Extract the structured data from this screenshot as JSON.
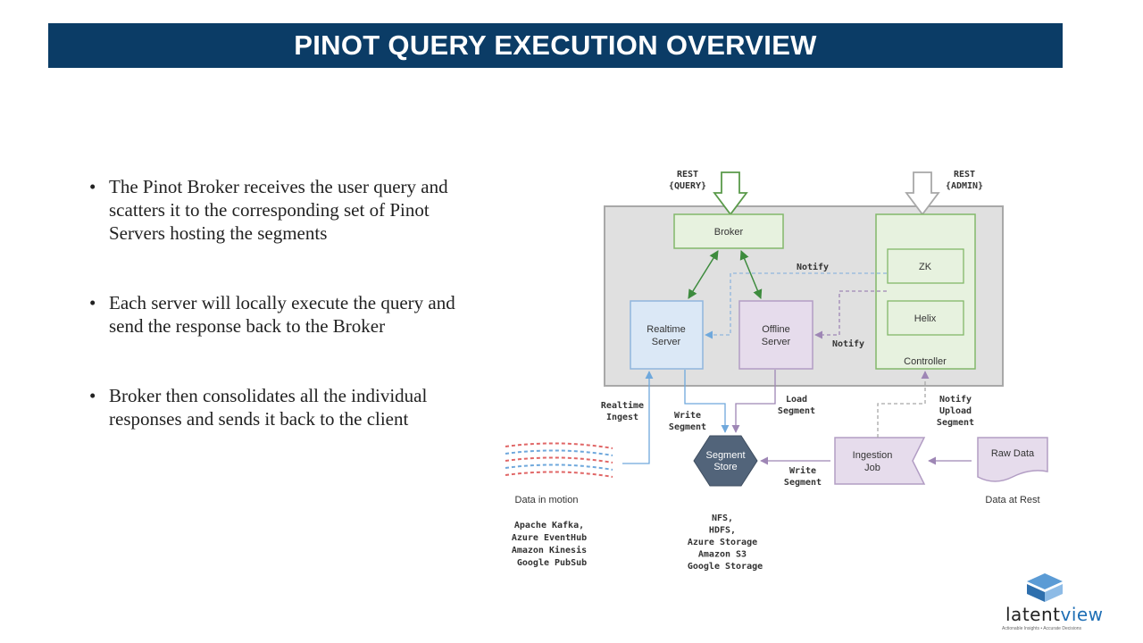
{
  "title": "PINOT QUERY EXECUTION OVERVIEW",
  "bullets": [
    "The Pinot Broker receives the user query and scatters it to the corresponding set of Pinot Servers hosting the segments",
    "Each server will locally execute the query and send the response back to the Broker",
    "Broker then consolidates all the individual responses and sends it back to the client"
  ],
  "diagram": {
    "rest_query": [
      "REST",
      "{QUERY}"
    ],
    "rest_admin": [
      "REST",
      "{ADMIN}"
    ],
    "broker": "Broker",
    "realtime_server": [
      "Realtime",
      "Server"
    ],
    "offline_server": [
      "Offline",
      "Server"
    ],
    "zk": "ZK",
    "helix": "Helix",
    "controller": "Controller",
    "notify_top": "Notify",
    "notify_mid": "Notify",
    "notify_upload": [
      "Notify",
      "Upload",
      "Segment"
    ],
    "realtime_ingest": [
      "Realtime",
      "Ingest"
    ],
    "write_segment_1": [
      "Write",
      "Segment"
    ],
    "load_segment": [
      "Load",
      "Segment"
    ],
    "write_segment_2": [
      "Write",
      "Segment"
    ],
    "segment_store": [
      "Segment",
      "Store"
    ],
    "ingestion_job": [
      "Ingestion",
      "Job"
    ],
    "raw_data": "Raw Data",
    "data_in_motion": "Data in motion",
    "data_at_rest": "Data at Rest",
    "stream_sources": [
      "Apache Kafka,",
      "Azure EventHub",
      "Amazon Kinesis",
      "Google PubSub"
    ],
    "storage_options": [
      "NFS,",
      "HDFS,",
      "Azure Storage",
      "Amazon S3",
      "Google Storage"
    ]
  },
  "logo": {
    "word_part1": "latent",
    "word_part2": "view",
    "tagline": "Actionable Insights • Accurate Decisions"
  },
  "colors": {
    "title_bar": "#0b3c66",
    "green": "#6aa84f",
    "blue": "#6fa8dc",
    "purple": "#9e86b5",
    "segment_store": "#52647a"
  }
}
